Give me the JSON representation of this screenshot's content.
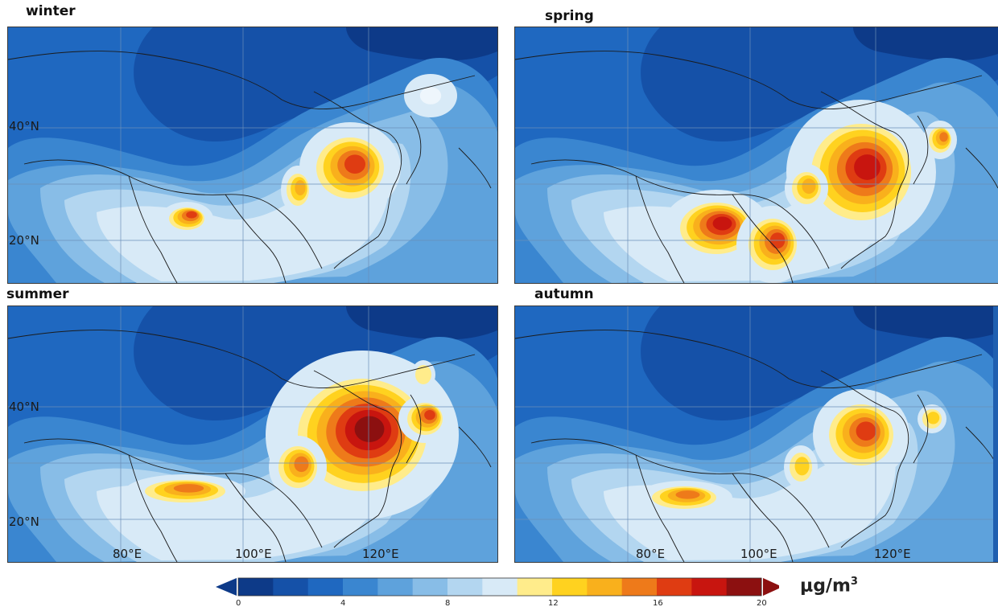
{
  "panels": [
    {
      "title": "winter",
      "lat_labels": [
        "40°N",
        "20°N"
      ],
      "lon_labels": []
    },
    {
      "title": "spring",
      "lat_labels": [],
      "lon_labels": []
    },
    {
      "title": "summer",
      "lat_labels": [
        "40°N",
        "20°N"
      ],
      "lon_labels": [
        "80°E",
        "100°E",
        "120°E"
      ]
    },
    {
      "title": "autumn",
      "lat_labels": [],
      "lon_labels": [
        "80°E",
        "100°E",
        "120°E"
      ]
    }
  ],
  "colorbar": {
    "ticks": [
      "0",
      "4",
      "8",
      "12",
      "16",
      "20"
    ],
    "unit": "μg/m",
    "unit_exponent": "3",
    "colors": [
      "#0d3a88",
      "#1551a8",
      "#1f68c0",
      "#3a86d0",
      "#5ea2dc",
      "#88bde7",
      "#b3d6f0",
      "#d8eaf7",
      "#ffec8b",
      "#ffd21f",
      "#f9b01c",
      "#ee7a1a",
      "#df3c12",
      "#c8150f",
      "#8c1010"
    ],
    "min": 0,
    "max": 20
  },
  "map_colors": {
    "background": "#1f5fb0",
    "low": "#0d3a88",
    "hotspot_core": "#8c1010"
  }
}
